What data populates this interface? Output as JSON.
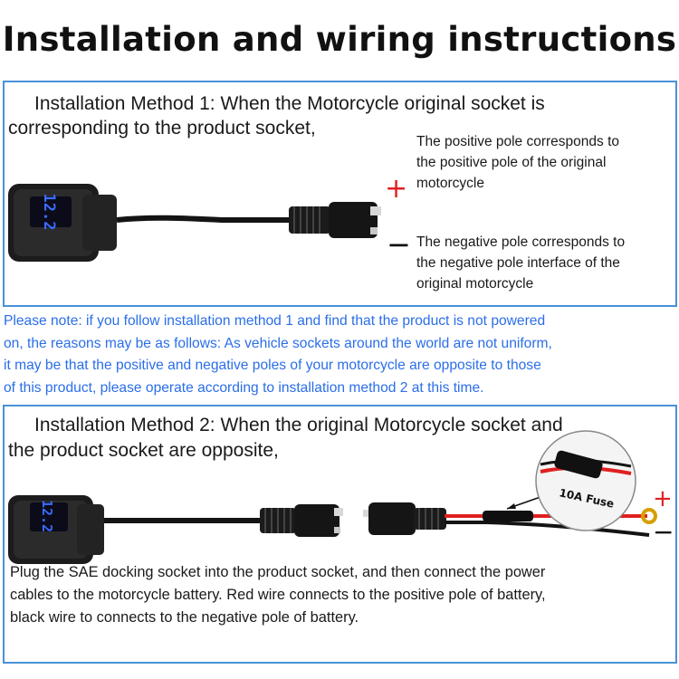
{
  "title": "Installation and wiring instructions",
  "method1": {
    "heading_line1": "Installation Method 1: When the Motorcycle original socket is",
    "heading_line2": "corresponding to the product socket,",
    "positive_note": [
      "The positive pole corresponds to",
      "the positive pole of the original",
      "motorcycle"
    ],
    "negative_note": [
      "The negative pole corresponds to",
      "the negative pole interface of the",
      "original motorcycle"
    ],
    "plus_sign": "+",
    "minus_sign": "−",
    "display_reading": "12.2"
  },
  "note": {
    "lines": [
      "Please note: if you follow installation method 1 and find that the product is not powered",
      "on, the reasons may be as follows: As vehicle sockets around the world are not uniform,",
      "it may be that the positive and negative poles of your motorcycle are opposite to those",
      "of this product, please operate according to installation method 2 at this time."
    ]
  },
  "method2": {
    "heading_line1": "Installation Method 2: When the original Motorcycle socket and",
    "heading_line2": "the product socket are opposite,",
    "fuse_label": "10A Fuse",
    "plus_sign": "+",
    "minus_sign": "−",
    "display_reading": "12.2",
    "body_lines": [
      "Plug the SAE docking socket into the product socket, and then connect the power",
      "cables to the motorcycle battery. Red wire connects to the positive pole of battery,",
      "black wire to connects to the negative pole of battery."
    ]
  },
  "colors": {
    "box_border": "#4a90d9",
    "note_text": "#2a6ee8",
    "positive_red": "#e02020",
    "display_blue": "#3a6cff"
  }
}
